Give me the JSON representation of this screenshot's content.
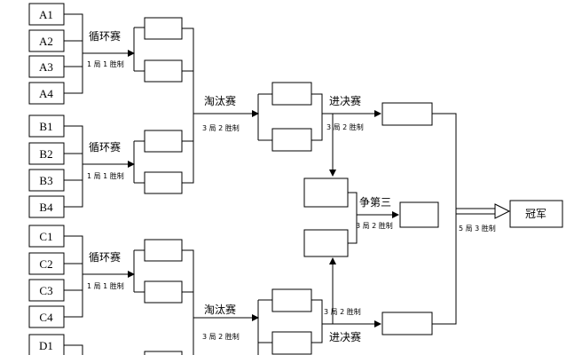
{
  "groups": {
    "a": [
      "A1",
      "A2",
      "A3",
      "A4"
    ],
    "b": [
      "B1",
      "B2",
      "B3",
      "B4"
    ],
    "c": [
      "C1",
      "C2",
      "C3",
      "C4"
    ],
    "d": [
      "D1"
    ]
  },
  "stages": {
    "round_robin": "循环赛",
    "knockout": "淘汰赛",
    "final": "进决赛",
    "third_place": "争第三",
    "champion": "冠军"
  },
  "rules": {
    "bo1": "1 局 1 胜制",
    "bo3": "3 局 2 胜制",
    "bo5": "5 局 3 胜制"
  }
}
